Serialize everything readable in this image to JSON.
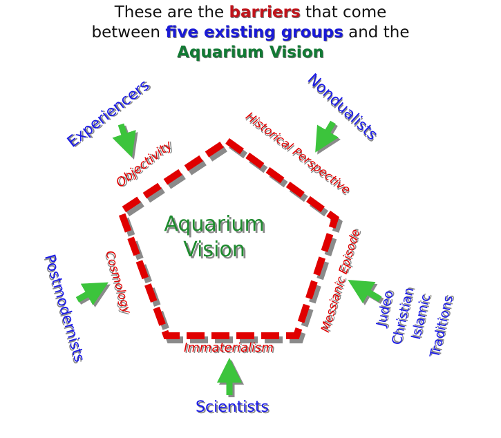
{
  "title": {
    "line1_pre": "These are the ",
    "line1_barriers": "barriers",
    "line1_post": " that come",
    "line2_pre": "between ",
    "line2_groups": "five existing groups",
    "line2_post": " and the",
    "line3": "Aquarium Vision"
  },
  "center_label": {
    "line1": "Aquarium",
    "line2": "Vision"
  },
  "barriers": {
    "objectivity": "Objectivity",
    "historical": "Historical Perspective",
    "messianic": "Messianic Episode",
    "immaterialism": "Immaterialism",
    "cosmology": "Cosmology"
  },
  "groups": {
    "experiencers": "Experiencers",
    "nondualists": "Nondualists",
    "judeo_line1": "Judeo",
    "judeo_line2": "Christian",
    "judeo_line3": "Islamic",
    "judeo_line4": "Traditions",
    "scientists": "Scientists",
    "postmodernists": "Postmodernists"
  },
  "colors": {
    "barrier_red": "#e00000",
    "group_blue": "#1a1ae6",
    "vision_green": "#1e8a2e",
    "arrow_green": "#3cc43c",
    "shadow_gray": "#8a8a8a"
  }
}
